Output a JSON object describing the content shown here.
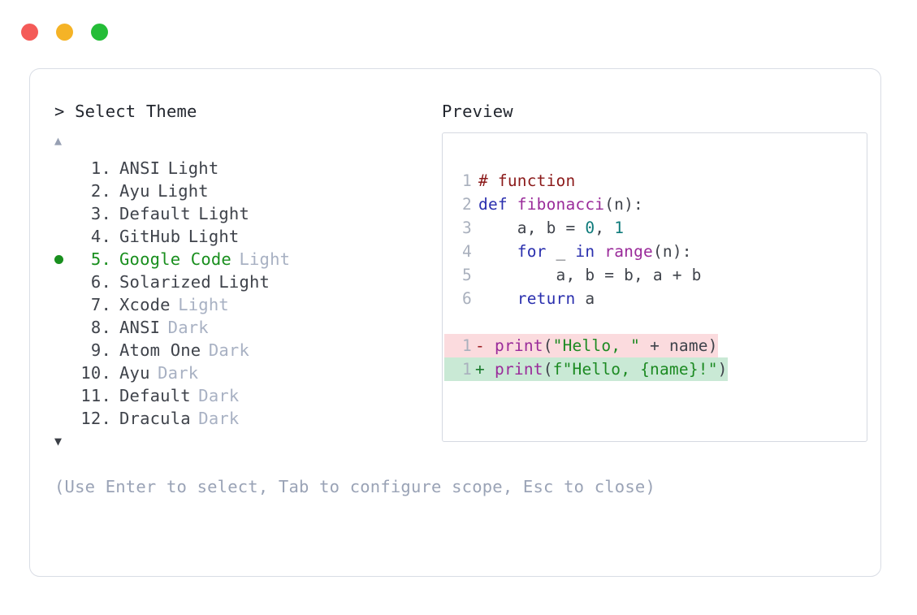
{
  "window": {
    "dots": [
      {
        "name": "close-dot",
        "color": "#f45b58"
      },
      {
        "name": "minimize-dot",
        "color": "#f5b326"
      },
      {
        "name": "maximize-dot",
        "color": "#24bd37"
      }
    ]
  },
  "left": {
    "prompt": "> Select Theme",
    "scroll_up_icon": "▲",
    "scroll_down_icon": "▼",
    "items": [
      {
        "index": " 1.",
        "name": "ANSI",
        "variant": "Light",
        "variant_dim": false,
        "selected": false
      },
      {
        "index": " 2.",
        "name": "Ayu",
        "variant": "Light",
        "variant_dim": false,
        "selected": false
      },
      {
        "index": " 3.",
        "name": "Default",
        "variant": "Light",
        "variant_dim": false,
        "selected": false
      },
      {
        "index": " 4.",
        "name": "GitHub",
        "variant": "Light",
        "variant_dim": false,
        "selected": false
      },
      {
        "index": " 5.",
        "name": "Google Code",
        "variant": "Light",
        "variant_dim": true,
        "selected": true
      },
      {
        "index": " 6.",
        "name": "Solarized",
        "variant": "Light",
        "variant_dim": false,
        "selected": false
      },
      {
        "index": " 7.",
        "name": "Xcode",
        "variant": "Light",
        "variant_dim": true,
        "selected": false
      },
      {
        "index": " 8.",
        "name": "ANSI",
        "variant": "Dark",
        "variant_dim": true,
        "selected": false
      },
      {
        "index": " 9.",
        "name": "Atom One",
        "variant": "Dark",
        "variant_dim": true,
        "selected": false
      },
      {
        "index": "10.",
        "name": "Ayu",
        "variant": "Dark",
        "variant_dim": true,
        "selected": false
      },
      {
        "index": "11.",
        "name": "Default",
        "variant": "Dark",
        "variant_dim": true,
        "selected": false
      },
      {
        "index": "12.",
        "name": "Dracula",
        "variant": "Dark",
        "variant_dim": true,
        "selected": false
      }
    ],
    "hint": "(Use Enter to select, Tab to configure scope, Esc to close)"
  },
  "right": {
    "heading": "Preview",
    "code_lines": [
      {
        "num": "1",
        "tokens": [
          {
            "t": "# function",
            "c": "comment"
          }
        ]
      },
      {
        "num": "2",
        "tokens": [
          {
            "t": "def ",
            "c": "kw"
          },
          {
            "t": "fibonacci",
            "c": "fn"
          },
          {
            "t": "(n):",
            "c": "punct"
          }
        ]
      },
      {
        "num": "3",
        "tokens": [
          {
            "t": "    a, b = ",
            "c": "plain"
          },
          {
            "t": "0",
            "c": "num"
          },
          {
            "t": ", ",
            "c": "plain"
          },
          {
            "t": "1",
            "c": "num"
          }
        ]
      },
      {
        "num": "4",
        "tokens": [
          {
            "t": "    ",
            "c": "plain"
          },
          {
            "t": "for",
            "c": "kw"
          },
          {
            "t": " _ ",
            "c": "plain"
          },
          {
            "t": "in",
            "c": "kw"
          },
          {
            "t": " ",
            "c": "plain"
          },
          {
            "t": "range",
            "c": "fn"
          },
          {
            "t": "(n):",
            "c": "punct"
          }
        ]
      },
      {
        "num": "5",
        "tokens": [
          {
            "t": "        a, b = b, a + b",
            "c": "plain"
          }
        ]
      },
      {
        "num": "6",
        "tokens": [
          {
            "t": "    ",
            "c": "plain"
          },
          {
            "t": "return",
            "c": "kw"
          },
          {
            "t": " a",
            "c": "plain"
          }
        ]
      }
    ],
    "diff_lines": [
      {
        "num": "1",
        "kind": "minus",
        "marker": "-",
        "tokens": [
          {
            "t": "print",
            "c": "fn"
          },
          {
            "t": "(",
            "c": "punct"
          },
          {
            "t": "\"Hello, \"",
            "c": "str"
          },
          {
            "t": " + name)",
            "c": "plain"
          }
        ]
      },
      {
        "num": "1",
        "kind": "plus",
        "marker": "+",
        "tokens": [
          {
            "t": "print",
            "c": "fn"
          },
          {
            "t": "(",
            "c": "punct"
          },
          {
            "t": "f\"Hello, {name}!\"",
            "c": "str"
          },
          {
            "t": ")",
            "c": "punct"
          }
        ]
      }
    ]
  },
  "colors": {
    "accent_green": "#198f1e",
    "dim_text": "#a8b1c3",
    "body_text": "#3f434b",
    "heading_text": "#22262e",
    "hint_text": "#9aa3b6",
    "card_border": "#d9dde5",
    "panel_border": "#d5d9e1",
    "diff_minus_bg": "#fbdbde",
    "diff_plus_bg": "#c9e9d5",
    "syntax_comment": "#8b1a1a",
    "syntax_keyword": "#2a2fae",
    "syntax_function": "#9a2b9a",
    "syntax_number": "#0f7b7b",
    "syntax_string": "#1c8a22"
  }
}
